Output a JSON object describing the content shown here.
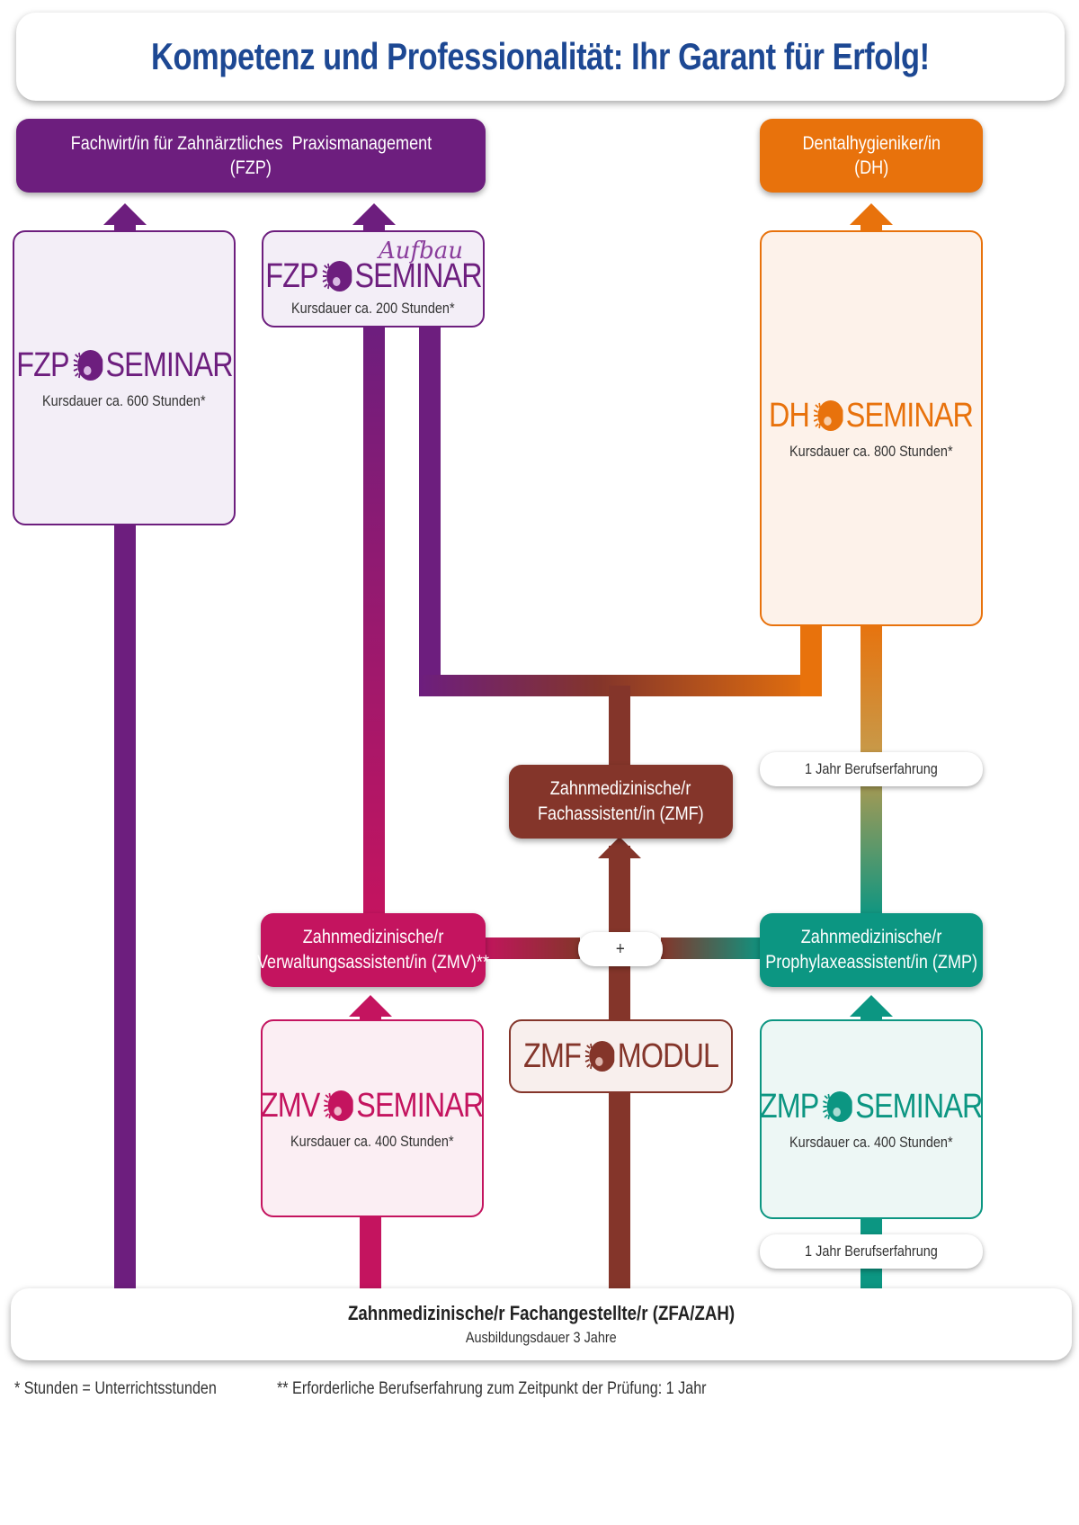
{
  "title": "Kompetenz und Professionalität: Ihr Garant für Erfolg!",
  "colors": {
    "purple": "#6d1e7e",
    "orange": "#e8720c",
    "magenta": "#c4145f",
    "teal": "#0c9682",
    "brown": "#84352a",
    "title_blue": "#1d4893"
  },
  "targets": {
    "fzp": {
      "line1": "Fachwirt/in für Zahnärztliches  Praxismanagement",
      "line2": "(FZP)"
    },
    "dh": {
      "line1": "Dentalhygieniker/in",
      "line2": "(DH)"
    }
  },
  "seminars": {
    "fzp": {
      "prefix": "FZP",
      "word": "SEMINAR",
      "duration": "Kursdauer ca. 600 Stunden*"
    },
    "fzp_aufbau": {
      "script": "Aufbau",
      "prefix": "FZP",
      "word": "SEMINAR",
      "duration": "Kursdauer ca. 200 Stunden*"
    },
    "dh": {
      "prefix": "DH",
      "word": "SEMINAR",
      "duration": "Kursdauer ca. 800 Stunden*"
    },
    "zmv": {
      "prefix": "ZMV",
      "word": "SEMINAR",
      "duration": "Kursdauer ca. 400 Stunden*"
    },
    "zmf": {
      "prefix": "ZMF",
      "word": "MODUL"
    },
    "zmp": {
      "prefix": "ZMP",
      "word": "SEMINAR",
      "duration": "Kursdauer ca. 400 Stunden*"
    }
  },
  "roles": {
    "zmf": {
      "line1": "Zahnmedizinische/r",
      "line2": "Fachassistent/in (ZMF)"
    },
    "zmv": {
      "line1": "Zahnmedizinische/r",
      "line2": "Verwaltungsassistent/in (ZMV)**"
    },
    "zmp": {
      "line1": "Zahnmedizinische/r",
      "line2": "Prophylaxeassistent/in (ZMP)"
    }
  },
  "experience": {
    "upper": "1 Jahr Berufserfahrung",
    "lower": "1 Jahr Berufserfahrung"
  },
  "plus": "+",
  "base": {
    "title": "Zahnmedizinische/r Fachangestellte/r (ZFA/ZAH)",
    "subtitle": "Ausbildungsdauer 3 Jahre"
  },
  "footnotes": {
    "left": "* Stunden = Unterrichtsstunden",
    "right": "** Erforderliche Berufserfahrung zum Zeitpunkt der Prüfung: 1 Jahr"
  }
}
